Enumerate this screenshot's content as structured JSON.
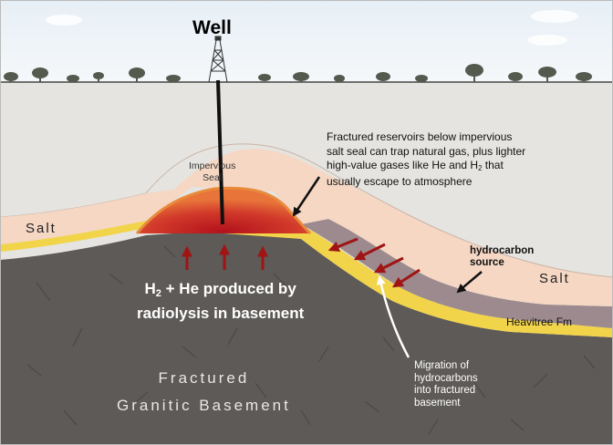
{
  "title": "Well",
  "labels": {
    "seal_line1": "Impervious",
    "seal_line2": "Seal",
    "note_line1": "Fractured reservoirs below impervious",
    "note_line2": "salt seal can trap natural gas, plus lighter",
    "note_line3_prefix": "high-value gases like He and H",
    "note_line3_sub": "2",
    "note_line3_suffix": " that",
    "note_line4": "usually escape to atmosphere",
    "salt_left": "Salt",
    "salt_right": "Salt",
    "hydrocarbon_line1": "hydrocarbon",
    "hydrocarbon_line2": "source",
    "heavitree": "Heavitree Fm",
    "gas_line1_prefix": "H",
    "gas_line1_sub": "2",
    "gas_line1_suffix": " + He produced by",
    "gas_line2": "radiolysis in basement",
    "migration_line1": "Migration of",
    "migration_line2": "hydrocarbons",
    "migration_line3": "into fractured",
    "migration_line4": "basement",
    "basement_line1": "Fractured",
    "basement_line2": "Granitic Basement"
  },
  "colors": {
    "sky": "#eef4f8",
    "ground_surface": "#e5e4e0",
    "salt": "#f5d7c4",
    "heavitree": "#f2d44b",
    "hydrocarbon_source": "#9c8a8e",
    "basement": "#5d5a57",
    "dome_gas": "#c9352a",
    "arrow_red": "#a01414",
    "well_pipe": "#111111"
  },
  "icons": [
    "derrick-icon",
    "tree-icon",
    "cloud-icon"
  ]
}
